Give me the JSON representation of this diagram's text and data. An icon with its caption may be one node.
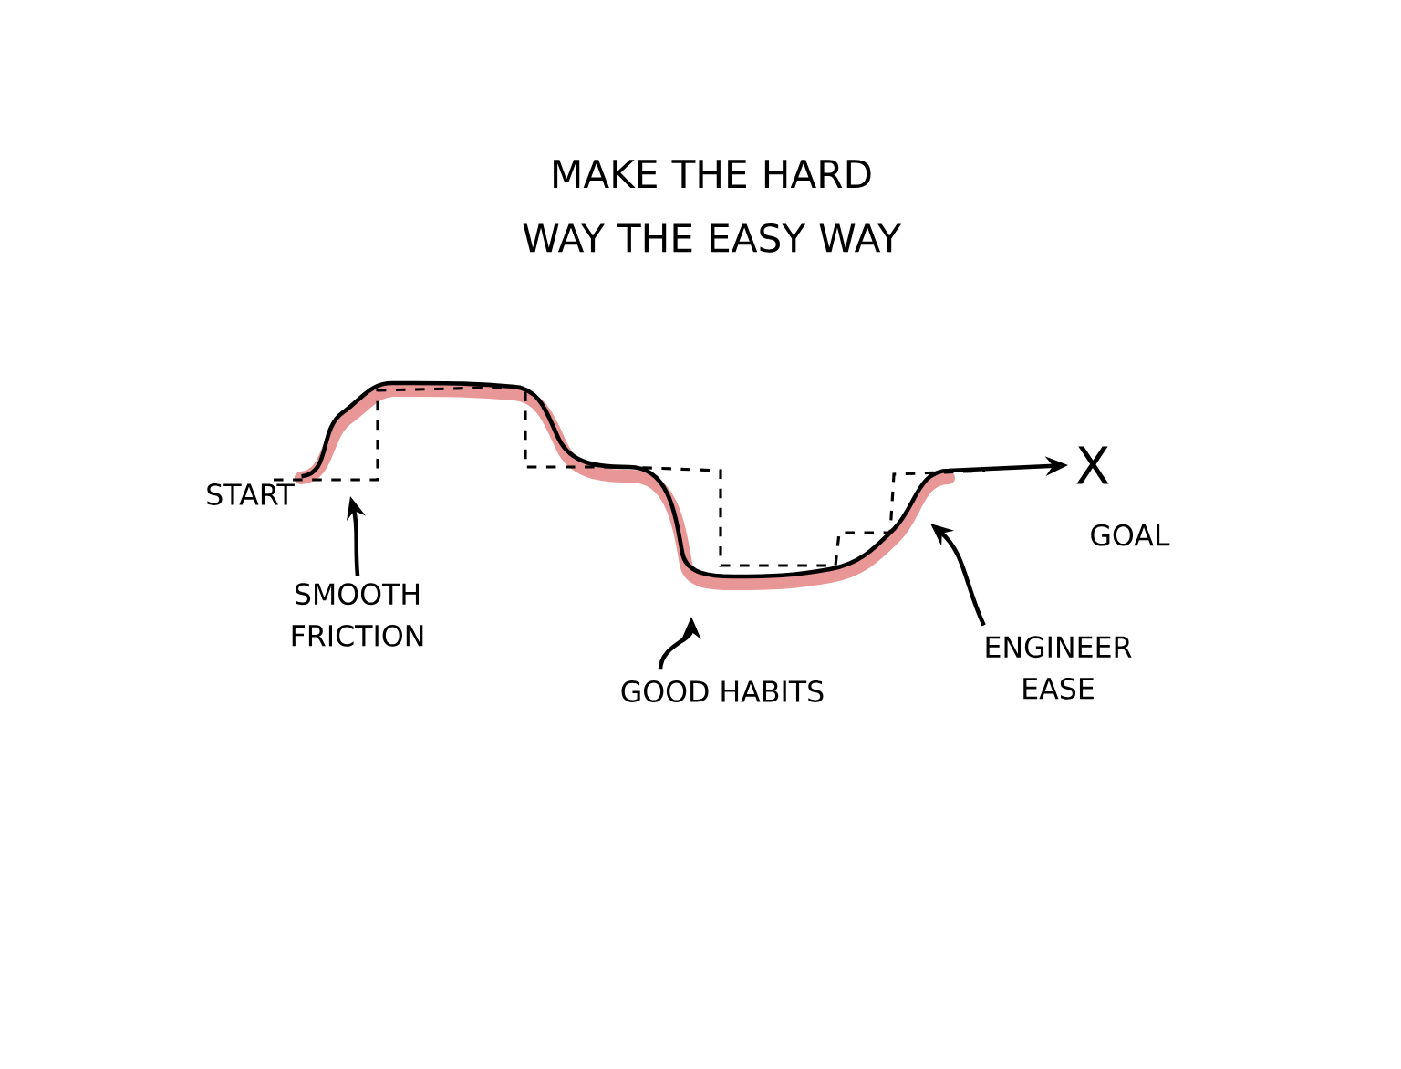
{
  "diagram": {
    "title": "MAKE THE HARD WAY THE EASY WAY",
    "nodes": [
      {
        "text": [
          "START"
        ]
      },
      {
        "text": [
          "X"
        ],
        "beside": [
          "GOAL"
        ]
      },
      {
        "text": [
          "SMOOTH FRICTION"
        ]
      },
      {
        "text": [
          "GOOD HABITS"
        ]
      },
      {
        "text": [
          "ENGINEER EASE"
        ]
      }
    ],
    "edges": [
      {
        "from": 0,
        "to": 1,
        "arrow": "to"
      },
      {
        "from": 2,
        "to": null,
        "arrow": "to"
      },
      {
        "from": 3,
        "to": null,
        "arrow": "to"
      },
      {
        "from": 4,
        "to": null,
        "arrow": "to"
      }
    ]
  }
}
